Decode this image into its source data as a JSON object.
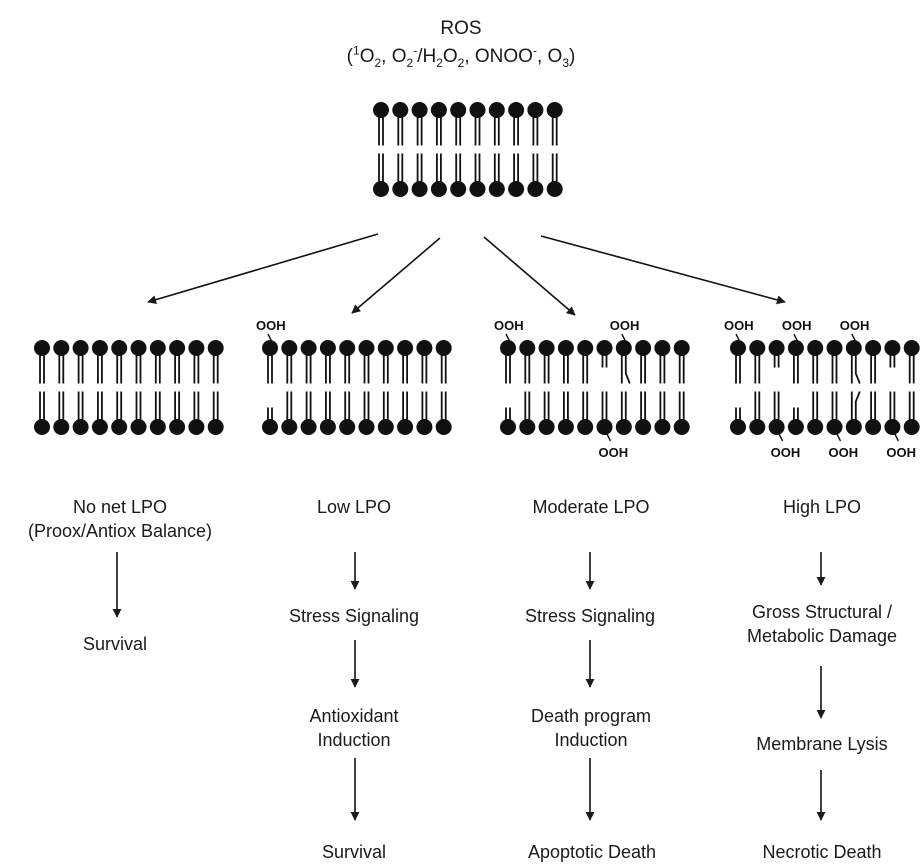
{
  "title": {
    "line1": "ROS",
    "line2": [
      "(",
      "1",
      "O",
      "2",
      ", O",
      "2",
      "-",
      "/H",
      "2",
      "O",
      "2",
      ", ONOO",
      "-",
      ", O",
      "3",
      ")"
    ]
  },
  "ooh_label": "OOH",
  "columns": [
    {
      "id": "none",
      "heading": [
        "No net LPO",
        "(Proox/Antiox Balance)"
      ],
      "steps": [
        [
          "Survival"
        ]
      ]
    },
    {
      "id": "low",
      "heading": [
        "Low LPO"
      ],
      "steps": [
        [
          "Stress Signaling"
        ],
        [
          "Antioxidant",
          "Induction"
        ],
        [
          "Survival"
        ]
      ]
    },
    {
      "id": "moderate",
      "heading": [
        "Moderate LPO"
      ],
      "steps": [
        [
          "Stress Signaling"
        ],
        [
          "Death program",
          "Induction"
        ],
        [
          "Apoptotic Death"
        ]
      ]
    },
    {
      "id": "high",
      "heading": [
        "High LPO"
      ],
      "steps": [
        [
          "Gross Structural /",
          "Metabolic Damage"
        ],
        [
          "Membrane Lysis"
        ],
        [
          "Necrotic Death"
        ]
      ]
    }
  ]
}
